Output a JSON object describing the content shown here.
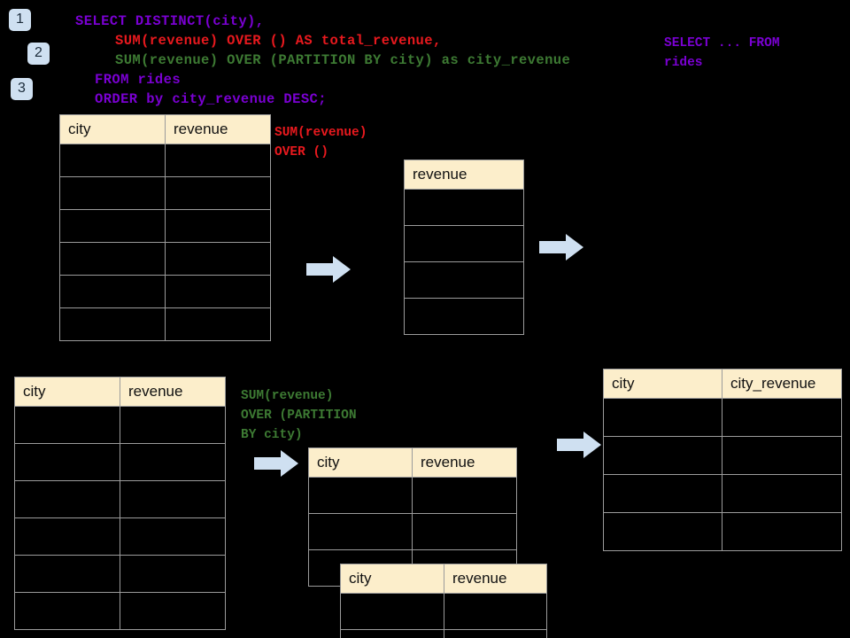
{
  "diagram": {
    "title": "SQL window function query flow",
    "background": "#000000",
    "header_fill": "#fceecb",
    "grid_line": "#9b9b9b",
    "arrow_fill": "#cfe0f1",
    "badge_fill": "#cfe0f1"
  },
  "badges": [
    {
      "label": "1"
    },
    {
      "label": "2"
    },
    {
      "label": "3"
    }
  ],
  "sql": {
    "line1": "SELECT DISTINCT(city),",
    "line2": "SUM(revenue) OVER () AS total_revenue,",
    "line3": "SUM(revenue) OVER (PARTITION BY city) as city_revenue",
    "line4": "FROM rides",
    "line5": "ORDER by city_revenue DESC;",
    "colors": {
      "violet": "#7a00d2",
      "red": "#e8191e",
      "green": "#3d7a33"
    }
  },
  "callouts": {
    "source_select": "SELECT ... FROM\nrides",
    "total_revenue": "SUM(revenue)\nOVER ()",
    "city_revenue": "SUM(revenue)\nOVER (PARTITION\nBY city)"
  },
  "tables": {
    "source_top": {
      "name": "rides-source-top",
      "columns": [
        "city",
        "revenue"
      ],
      "row_count": 6,
      "rows": [
        [
          "",
          ""
        ],
        [
          "",
          ""
        ],
        [
          "",
          ""
        ],
        [
          "",
          ""
        ],
        [
          "",
          ""
        ],
        [
          "",
          ""
        ]
      ]
    },
    "total_revenue": {
      "name": "total-revenue-result",
      "columns": [
        "revenue"
      ],
      "row_count": 4,
      "rows": [
        [
          ""
        ],
        [
          ""
        ],
        [
          ""
        ],
        [
          ""
        ]
      ]
    },
    "source_bottom": {
      "name": "rides-source-bottom",
      "columns": [
        "city",
        "revenue"
      ],
      "row_count": 6,
      "rows": [
        [
          "",
          ""
        ],
        [
          "",
          ""
        ],
        [
          "",
          ""
        ],
        [
          "",
          ""
        ],
        [
          "",
          ""
        ],
        [
          "",
          ""
        ]
      ]
    },
    "partition_back": {
      "name": "partition-group-back",
      "columns": [
        "city",
        "revenue"
      ],
      "row_count": 3,
      "rows": [
        [
          "",
          ""
        ],
        [
          "",
          ""
        ],
        [
          "",
          ""
        ]
      ]
    },
    "partition_front": {
      "name": "partition-group-front",
      "columns": [
        "city",
        "revenue"
      ],
      "row_count": 2,
      "rows": [
        [
          "",
          ""
        ],
        [
          "",
          ""
        ]
      ]
    },
    "final_result": {
      "name": "final-result",
      "columns": [
        "city",
        "city_revenue"
      ],
      "row_count": 4,
      "rows": [
        [
          "",
          ""
        ],
        [
          "",
          ""
        ],
        [
          "",
          ""
        ],
        [
          "",
          ""
        ]
      ]
    }
  },
  "arrows": [
    {
      "name": "arrow-source-to-total"
    },
    {
      "name": "arrow-total-to-right"
    },
    {
      "name": "arrow-source-to-partition"
    },
    {
      "name": "arrow-partition-to-final"
    }
  ]
}
